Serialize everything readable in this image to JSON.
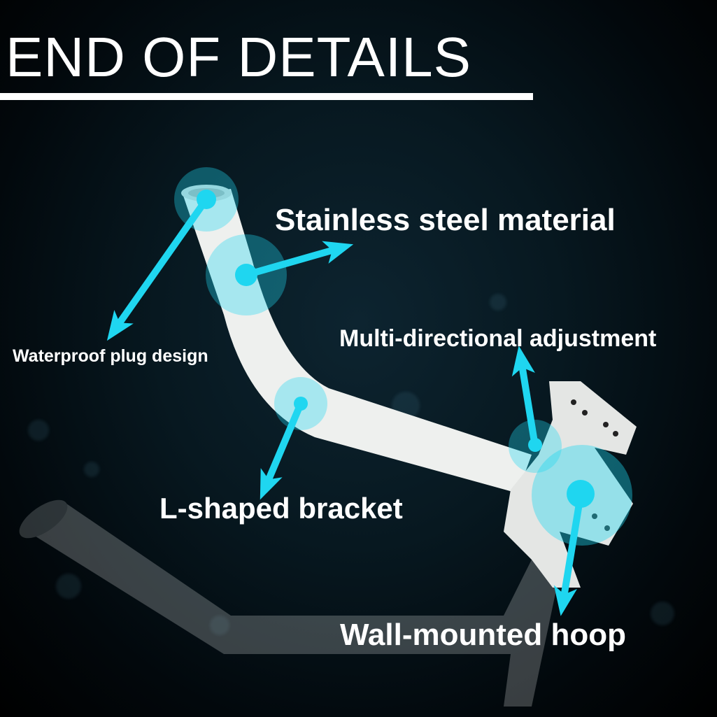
{
  "title": "END OF DETAILS",
  "callouts": {
    "stainless": "Stainless steel material",
    "waterproof": "Waterproof plug design",
    "multi_directional": "Multi-directional adjustment",
    "l_shaped": "L-shaped bracket",
    "hoop": "Wall-mounted hoop"
  },
  "colors": {
    "accent": "#1fd6f0",
    "bracket": "#eef0ee",
    "background": "#04121a"
  }
}
